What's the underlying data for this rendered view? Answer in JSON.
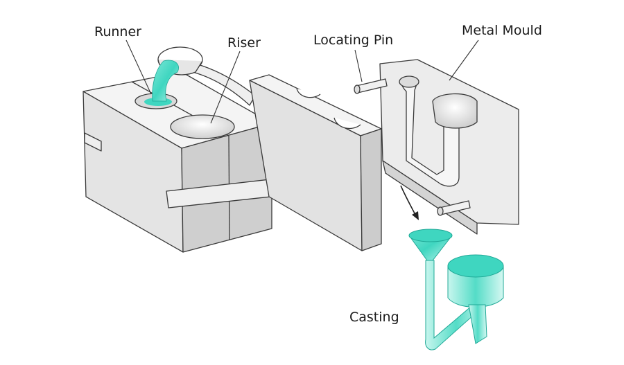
{
  "labels": {
    "runner": "Runner",
    "riser": "Riser",
    "locating_pin": "Locating Pin",
    "metal_mould": "Metal Mould",
    "casting": "Casting"
  },
  "colors": {
    "molten_metal": "#3fd6c0",
    "metal_dark": "#1fa896",
    "mould_top": "#f4f4f4",
    "mould_side": "#e2e2e2",
    "mould_front": "#d0d0d0",
    "outline": "#3a3a3a",
    "label_text": "#1a1a1a"
  },
  "icons": {
    "flow_arrow": "curved-down-arrow-icon"
  }
}
